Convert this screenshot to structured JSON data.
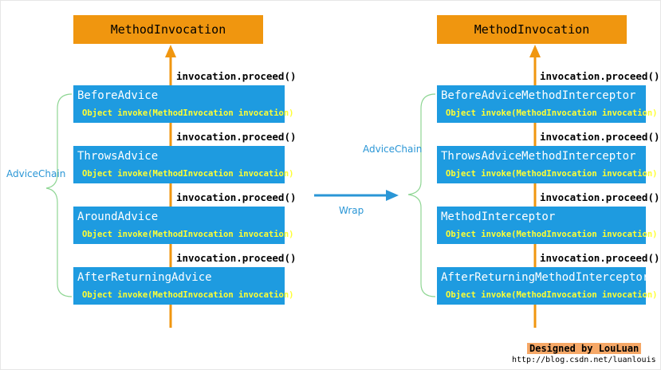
{
  "left": {
    "title": "MethodInvocation",
    "chain_label": "AdviceChain",
    "advices": [
      {
        "name": "BeforeAdvice",
        "method": "Object invoke(MethodInvocation invocation)"
      },
      {
        "name": "ThrowsAdvice",
        "method": "Object invoke(MethodInvocation invocation)"
      },
      {
        "name": "AroundAdvice",
        "method": "Object invoke(MethodInvocation invocation)"
      },
      {
        "name": "AfterReturningAdvice",
        "method": "Object invoke(MethodInvocation invocation)"
      }
    ],
    "proceed_labels": [
      "invocation.proceed()",
      "invocation.proceed()",
      "invocation.proceed()",
      "invocation.proceed()"
    ]
  },
  "right": {
    "title": "MethodInvocation",
    "chain_label": "AdviceChain",
    "advices": [
      {
        "name": "BeforeAdviceMethodInterceptor",
        "method": "Object invoke(MethodInvocation invocation)"
      },
      {
        "name": "ThrowsAdviceMethodInterceptor",
        "method": "Object invoke(MethodInvocation invocation)"
      },
      {
        "name": "MethodInterceptor",
        "method": "Object invoke(MethodInvocation invocation)"
      },
      {
        "name": "AfterReturningMethodInterceptor",
        "method": "Object invoke(MethodInvocation invocation)"
      }
    ],
    "proceed_labels": [
      "invocation.proceed()",
      "invocation.proceed()",
      "invocation.proceed()",
      "invocation.proceed()"
    ]
  },
  "wrap_label": "Wrap",
  "credit": "Designed by LouLuan",
  "url": "http://blog.csdn.net/luanlouis",
  "colors": {
    "title_box": "#f0960f",
    "advice_box": "#1e9be0",
    "method_text": "#ffff33",
    "arrow": "#f0960f",
    "brace": "#8fd694",
    "wrap_arrow": "#2a96d6"
  }
}
